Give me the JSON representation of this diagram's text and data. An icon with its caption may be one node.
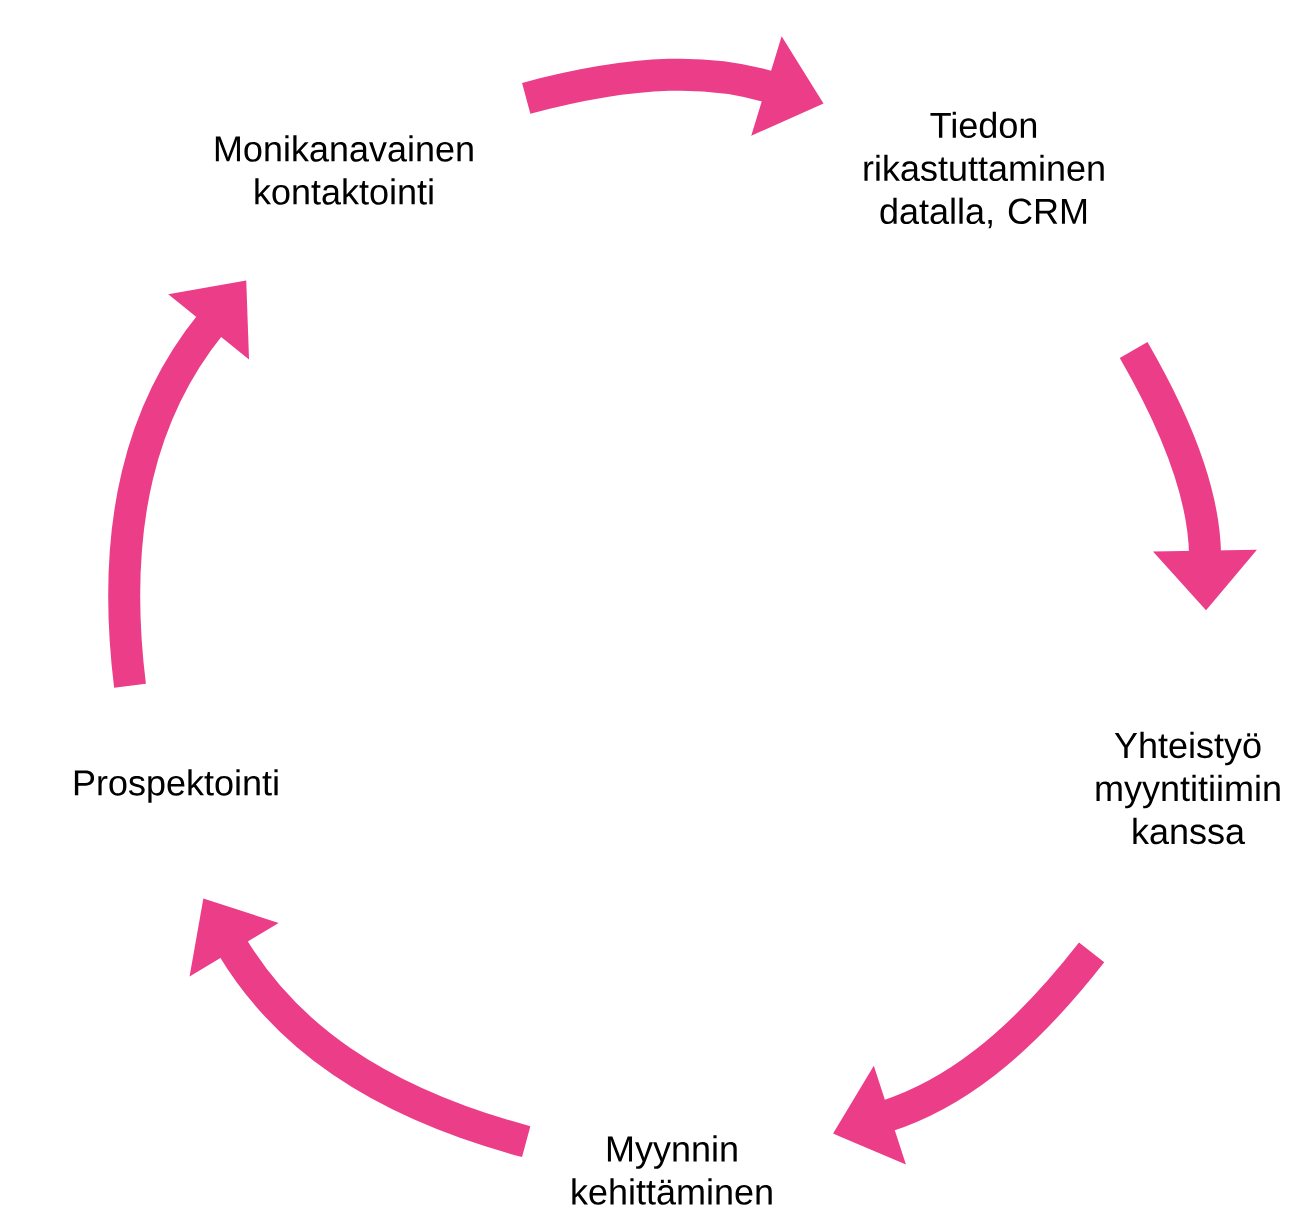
{
  "diagram": {
    "nodes": [
      {
        "text": [
          "Monikanavainen kontaktointi"
        ]
      },
      {
        "text": [
          "Tiedon rikastuttaminen datalla, CRM"
        ]
      },
      {
        "text": [
          "Yhteistyö myyntitiimin kanssa"
        ]
      },
      {
        "text": [
          "Myynnin kehittäminen"
        ]
      },
      {
        "text": [
          "Prospektointi"
        ]
      }
    ],
    "edges": [
      {
        "from": 0,
        "to": 1,
        "arrow": "to"
      },
      {
        "from": 1,
        "to": 2,
        "arrow": "to"
      },
      {
        "from": 2,
        "to": 3,
        "arrow": "to"
      },
      {
        "from": 3,
        "to": 4,
        "arrow": "to"
      },
      {
        "from": 4,
        "to": 0,
        "arrow": "to"
      }
    ]
  }
}
